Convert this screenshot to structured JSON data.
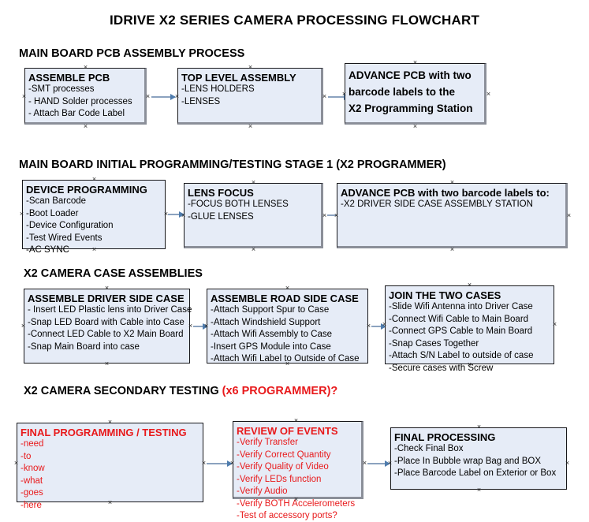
{
  "document": {
    "title": "IDRIVE X2  SERIES CAMERA PROCESSING FLOWCHART"
  },
  "sections": [
    {
      "id": "main-board-pcb-assembly-process",
      "header": "MAIN BOARD PCB ASSEMBLY PROCESS",
      "header_accent": "",
      "boxes": [
        {
          "id": "assemble-pcb",
          "title": "ASSEMBLE PCB",
          "lines": [
            "-SMT processes",
            "- HAND Solder processes",
            "- Attach Bar Code Label"
          ]
        },
        {
          "id": "top-level-assembly",
          "title": "TOP LEVEL ASSEMBLY",
          "lines": [
            "-LENS HOLDERS",
            "-LENSES"
          ]
        },
        {
          "id": "advance-pcb-to-x2-programming-station",
          "title": "ADVANCE PCB with two",
          "lines": [
            "barcode labels to the",
            " X2 Programming Station"
          ]
        }
      ]
    },
    {
      "id": "main-board-initial-programming-testing-stage-1",
      "header": "MAIN BOARD INITIAL PROGRAMMING/TESTING STAGE 1 (X2 PROGRAMMER)",
      "header_accent": "",
      "boxes": [
        {
          "id": "device-programming",
          "title": "DEVICE PROGRAMMING",
          "lines": [
            "-Scan Barcode",
            "-Boot Loader",
            "-Device Configuration",
            "-Test Wired Events",
            "-AC SYNC"
          ]
        },
        {
          "id": "lens-focus",
          "title": "LENS FOCUS",
          "lines": [
            "-FOCUS BOTH LENSES",
            "-GLUE LENSES"
          ]
        },
        {
          "id": "advance-pcb-to-driver-side-case-assembly-station",
          "title": "ADVANCE PCB with two barcode labels to:",
          "lines": [
            "-X2 DRIVER  SIDE  CASE  ASSEMBLY STATION"
          ]
        }
      ]
    },
    {
      "id": "x2-camera-case-assemblies",
      "header": "X2 CAMERA CASE ASSEMBLIES",
      "header_accent": "",
      "boxes": [
        {
          "id": "assemble-driver-side-case",
          "title": "ASSEMBLE DRIVER SIDE CASE",
          "lines": [
            "- Insert LED Plastic lens into Driver Case",
            "-Snap LED Board with Cable into Case",
            "-Connect LED Cable to X2 Main Board",
            "-Snap Main Board into case"
          ]
        },
        {
          "id": "assemble-road-side-case",
          "title": "ASSEMBLE ROAD SIDE CASE",
          "lines": [
            "-Attach Support Spur to Case",
            "-Attach Windshield Support",
            "-Attach Wifi Assembly to Case",
            "-Insert GPS Module into Case",
            "-Attach Wifi Label to Outside of Case"
          ]
        },
        {
          "id": "join-the-two-cases",
          "title": "JOIN THE TWO CASES",
          "lines": [
            "-Slide Wifi Antenna into Driver Case",
            "-Connect Wifi Cable to Main Board",
            "-Connect GPS Cable to Main Board",
            "-Snap Cases Together",
            "-Attach S/N Label to outside of case",
            "-Secure cases with Screw"
          ]
        }
      ]
    },
    {
      "id": "x2-camera-secondary-testing",
      "header": "X2 CAMERA SECONDARY TESTING ",
      "header_accent": "(x6 PROGRAMMER)?",
      "boxes": [
        {
          "id": "final-programming-testing",
          "title": "FINAL PROGRAMMING / TESTING",
          "lines": [
            "-need",
            "-to",
            "-know",
            "-what",
            "-goes",
            "-here"
          ]
        },
        {
          "id": "review-of-events",
          "title": "REVIEW OF EVENTS",
          "lines": [
            "-Verify Transfer",
            "-Verify Correct Quantity",
            "-Verify Quality of Video",
            "-Verify LEDs function",
            "-Verify Audio",
            "-Verify BOTH Accelerometers",
            "-Test of accessory ports?"
          ]
        },
        {
          "id": "final-processing",
          "title": "FINAL PROCESSING",
          "lines": [
            " -Check Final Box",
            "-Place In Bubble wrap Bag and BOX",
            "-Place Barcode Label on Exterior or Box"
          ]
        }
      ]
    }
  ],
  "colors": {
    "box_fill": "#e6ecf7",
    "box_border": "#17171a",
    "box_shadow": "#8b8f99",
    "connector": "#8ba2bf",
    "arrow_head": "#4f7cad",
    "accent_red": "#e8191b",
    "text": "#000000"
  }
}
